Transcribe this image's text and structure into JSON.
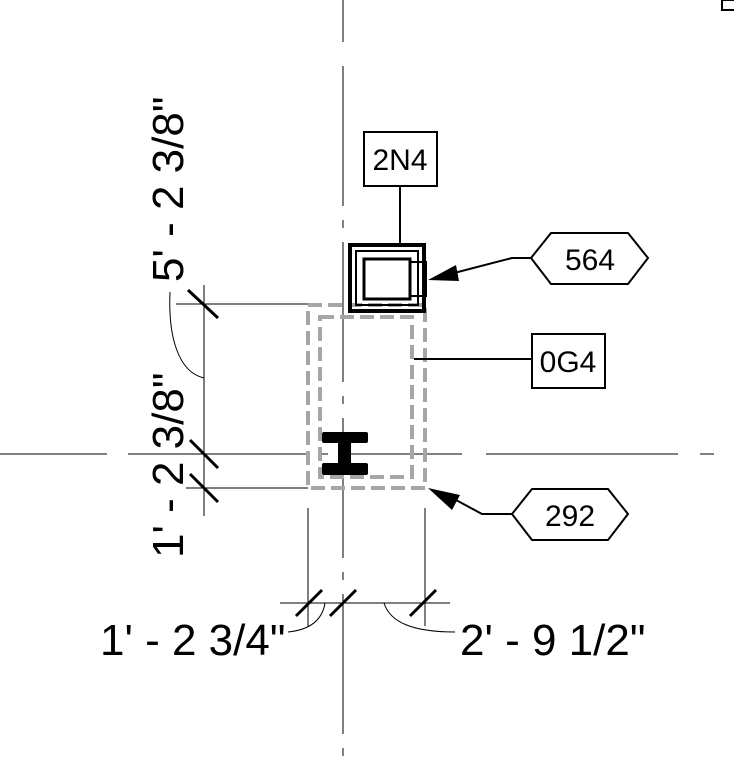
{
  "tags": {
    "rect_top": "2N4",
    "rect_right": "0G4",
    "hex_upper": "564",
    "hex_lower": "292"
  },
  "dimensions": {
    "vertical_upper": "5' - 2 3/8\"",
    "vertical_lower": "1' - 2 3/8\"",
    "horizontal_left": "1' - 2 3/4\"",
    "horizontal_right": "2' - 9 1/2\""
  },
  "colors": {
    "line": "#000000",
    "hidden_outline": "#a6a6a6"
  }
}
